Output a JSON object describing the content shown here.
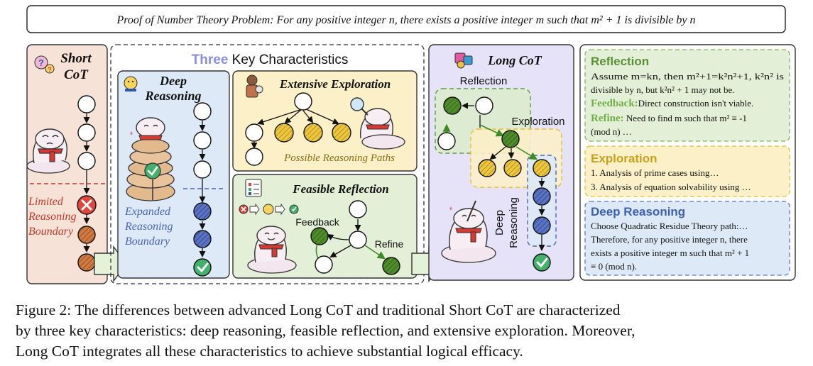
{
  "title_bar": "Proof of Number Theory Problem: For any positive integer n, there exists a positive integer m such that m² + 1 is divisible by n",
  "short_cot": {
    "title_line1": "Short",
    "title_line2": "CoT",
    "boundary_line1": "Limited",
    "boundary_line2": "Reasoning",
    "boundary_line3": "Boundary"
  },
  "key_chars": {
    "title_word1": "Three",
    "title_rest": " Key Characteristics",
    "deep": {
      "title_line1": "Deep",
      "title_line2": "Reasoning",
      "boundary_line1": "Expanded",
      "boundary_line2": "Reasoning",
      "boundary_line3": "Boundary"
    },
    "exploration": {
      "title": "Extensive Exploration",
      "caption": "Possible Reasoning Paths"
    },
    "reflection": {
      "title": "Feasible Reflection",
      "feedback_label": "Feedback",
      "refine_label": "Refine"
    }
  },
  "long_cot": {
    "title": "Long CoT",
    "reflection_label": "Reflection",
    "exploration_label": "Exploration",
    "deep_label_line1": "Deep",
    "deep_label_line2": "Reasoning"
  },
  "panels": {
    "reflection": {
      "heading": "Reflection",
      "line1": "Assume m=kn, then m²+1=k²n²+1, k²n² is",
      "line2": "divisible by n, but k²n² + 1 may not be.",
      "feedback_key": "Feedback:",
      "feedback_text": "Direct construction isn't viable.",
      "refine_key": "Refine:",
      "refine_text": " Need to find m such that m² ≡ -1",
      "line5": "(mod n) …"
    },
    "exploration": {
      "heading": "Exploration",
      "line1": "1. Analysis of prime cases using…",
      "line2": "3. Analysis of equation solvability using …"
    },
    "deep": {
      "heading": "Deep Reasoning",
      "line1": "Choose Quadratic Residue Theory path:…",
      "line2": "Therefore, for any positive integer n, there",
      "line3": "exists a positive integer m such that m² + 1",
      "line4": "≡ 0 (mod n)."
    }
  },
  "caption": {
    "line1": "Figure 2: The differences between advanced Long CoT and traditional Short CoT are characterized",
    "line2": "by three key characteristics: deep reasoning, feasible reflection, and extensive exploration. Moreover,",
    "line3": "Long CoT integrates all these characteristics to achieve substantial logical efficacy."
  },
  "colors": {
    "short_bg": "#f6e2d6",
    "deep_bg": "#dde9f6",
    "explore_bg": "#fbf0c8",
    "reflect_bg": "#e3efd6",
    "long_bg": "#e6e2f8",
    "green_node": "#4a8a2a",
    "yellow_node": "#e8c33a",
    "blue_node": "#4a64b8",
    "orange_node": "#c9743a",
    "red_x": "#e0463c",
    "check": "#43b06b"
  }
}
